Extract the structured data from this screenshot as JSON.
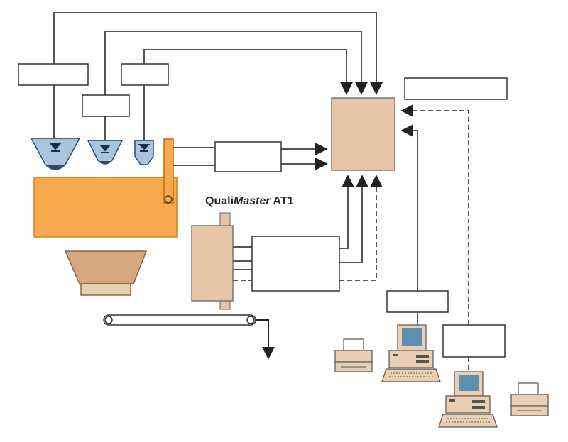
{
  "diagram": {
    "title_prefix": "Quali",
    "title_italic": "Master",
    "title_suffix": " AT1",
    "colors": {
      "background": "#ffffff",
      "line": "#555555",
      "arrow": "#222222",
      "box_fill": "#ffffff",
      "box_stroke": "#333333",
      "hopper": "#a9c4dc",
      "hopper_dark": "#2e4b66",
      "mixer": "#f9a94d",
      "mixer_stroke": "#d78320",
      "controller": "#e7c4a6",
      "controller_stroke": "#777777",
      "bin": "#d5a880",
      "computer": "#e9cfb3",
      "screen": "#5f8fb0"
    }
  }
}
